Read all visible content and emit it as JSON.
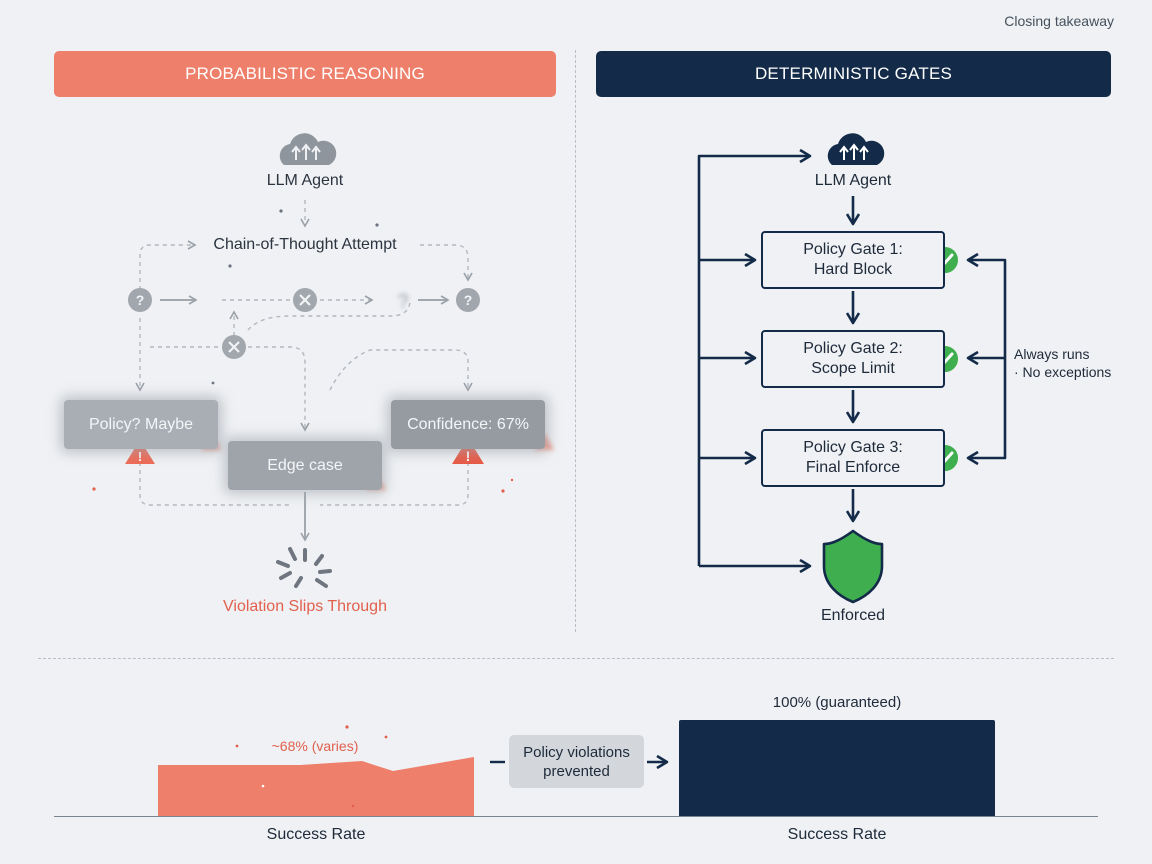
{
  "header": {
    "corner_tag": "Closing takeaway"
  },
  "left_panel": {
    "banner": "PROBABILISTIC REASONING",
    "agent_label": "LLM Agent",
    "cot_label": "Chain-of-Thought Attempt",
    "boxes": {
      "maybe": "Policy? Maybe",
      "edge": "Edge case",
      "confidence": "Confidence: 67%"
    },
    "outcome": "Violation Slips Through",
    "colors": {
      "accent": "#ee7f6a",
      "warning": "#e2604d"
    }
  },
  "right_panel": {
    "banner": "DETERMINISTIC GATES",
    "agent_label": "LLM Agent",
    "gates": [
      {
        "line1": "Policy Gate 1:",
        "line2": "Hard Block"
      },
      {
        "line1": "Policy Gate 2:",
        "line2": "Scope Limit"
      },
      {
        "line1": "Policy Gate 3:",
        "line2": "Final Enforce"
      }
    ],
    "side_note": {
      "line1": "Always runs",
      "line2": "· No exceptions"
    },
    "outcome": "Enforced",
    "colors": {
      "primary": "#132b48",
      "success": "#3fae4f"
    }
  },
  "comparison": {
    "left_value": "~68% (varies)",
    "right_value": "100% (guaranteed)",
    "middle_label": {
      "line1": "Policy violations",
      "line2": "prevented"
    },
    "left_axis_label": "Success Rate",
    "right_axis_label": "Success Rate"
  }
}
